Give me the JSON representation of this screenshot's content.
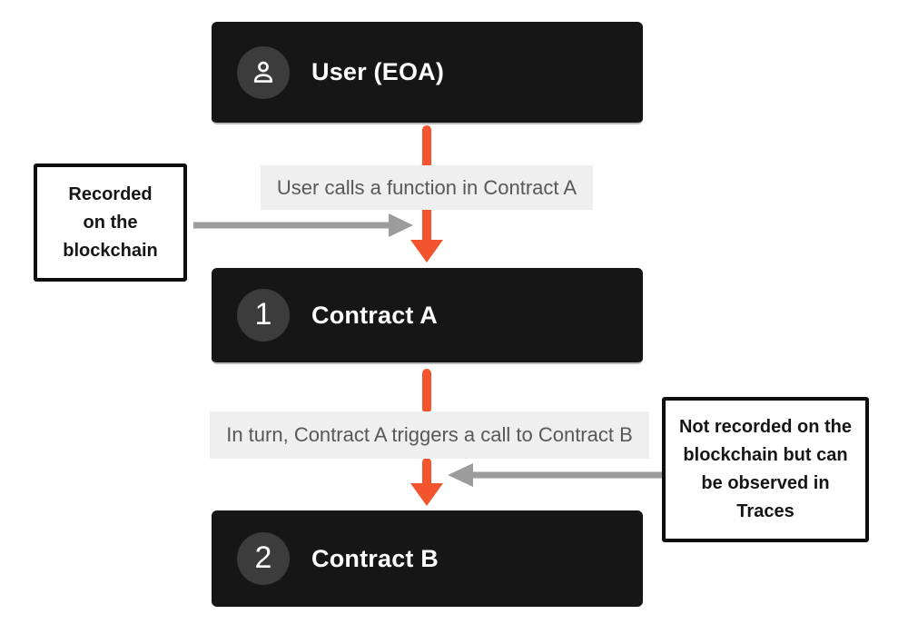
{
  "palette": {
    "background": "#ffffff",
    "box_bg": "#161616",
    "box_text": "#ffffff",
    "circle_bg": "#3c3c3c",
    "orange": "#f2542e",
    "gray_arrow": "#9c9c9c",
    "label_bg": "#efefef",
    "label_text": "#58585a",
    "note_border": "#0e0e0e",
    "note_text": "#161616"
  },
  "nodes": [
    {
      "id": "user-eoa",
      "badge": "user-icon",
      "label": "User (EOA)"
    },
    {
      "id": "contract-a",
      "badge": "1",
      "label": "Contract A"
    },
    {
      "id": "contract-b",
      "badge": "2",
      "label": "Contract B"
    }
  ],
  "edges": [
    {
      "from": "user-eoa",
      "to": "contract-a",
      "label": "User calls a function in Contract A"
    },
    {
      "from": "contract-a",
      "to": "contract-b",
      "label": "In turn, Contract A triggers a call to Contract B"
    }
  ],
  "notes": [
    {
      "id": "recorded",
      "lines": [
        "Recorded",
        "on the",
        "blockchain"
      ]
    },
    {
      "id": "not-recorded",
      "lines": [
        "Not recorded on the",
        "blockchain but can",
        "be observed in",
        "Traces"
      ]
    }
  ]
}
